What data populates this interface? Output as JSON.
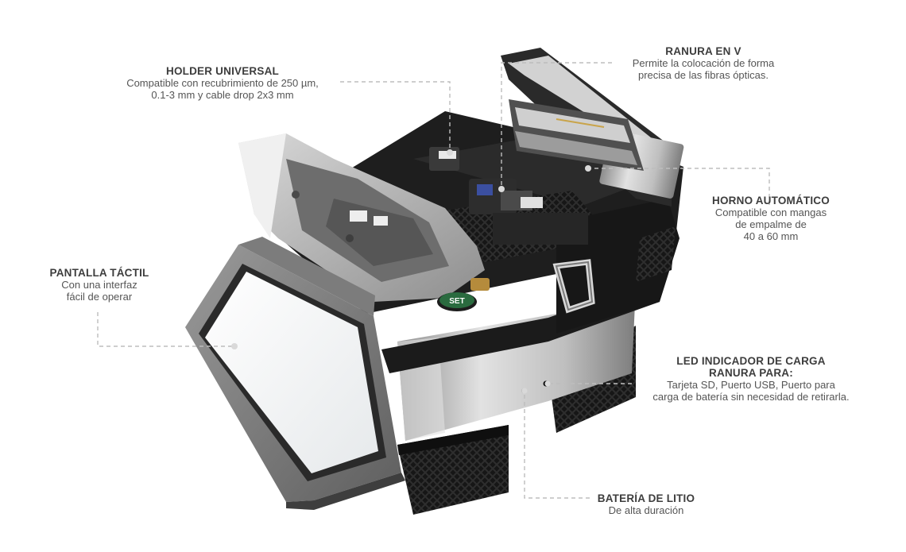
{
  "callouts": {
    "holder": {
      "title": "HOLDER UNIVERSAL",
      "line1": "Compatible con recubrimiento de 250 µm,",
      "line2": "0.1-3 mm y cable drop 2x3 mm"
    },
    "vgroove": {
      "title": "RANURA EN V",
      "line1": "Permite la colocación de forma",
      "line2": "precisa de las fibras ópticas."
    },
    "oven": {
      "title": "HORNO AUTOMÁTICO",
      "line1": "Compatible con mangas",
      "line2": "de empalme de",
      "line3": "40 a 60 mm"
    },
    "screen": {
      "title": "PANTALLA TÁCTIL",
      "line1": "Con una interfaz",
      "line2": "fácil de operar"
    },
    "led": {
      "title1": "LED INDICADOR DE CARGA",
      "title2": "RANURA PARA:",
      "line1": "Tarjeta SD, Puerto USB, Puerto para",
      "line2": "carga de batería sin necesidad de retirarla."
    },
    "battery": {
      "title": "BATERÍA DE LITIO",
      "line1": "De alta duración"
    }
  },
  "device": {
    "set_button_label": "SET",
    "colors": {
      "body_black": "#1b1b1b",
      "metal_silver": "#c9c9c9",
      "lid_grey": "#9a9a9a",
      "screen_white": "#f4f6f7"
    }
  }
}
